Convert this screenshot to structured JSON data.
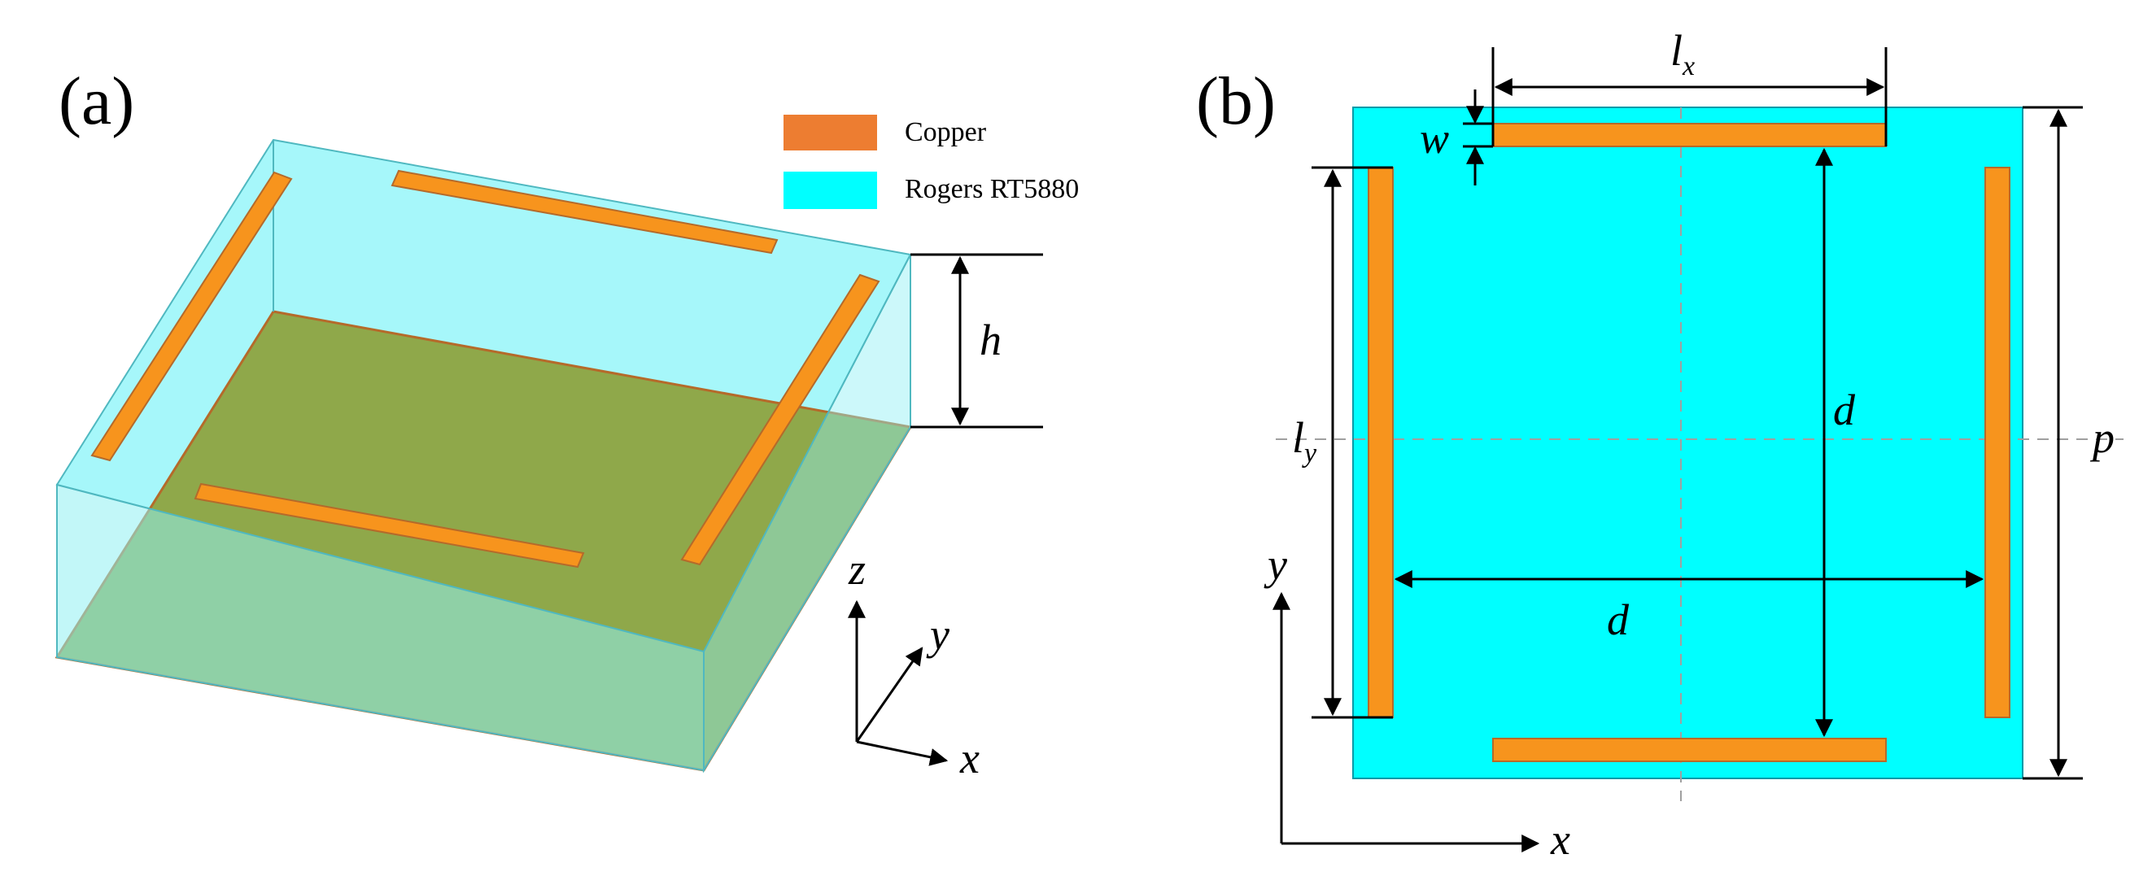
{
  "panel_a": {
    "label": "(a)",
    "legend": [
      {
        "label": "Copper",
        "color": "#ED7D31"
      },
      {
        "label": "Rogers RT5880",
        "color": "#00FFFF"
      }
    ],
    "dim_h": "h",
    "axes": {
      "z": "z",
      "y": "y",
      "x": "x"
    }
  },
  "panel_b": {
    "label": "(b)",
    "dims": {
      "lx_main": "l",
      "lx_sub": "x",
      "w": "w",
      "ly_main": "l",
      "ly_sub": "y",
      "d_vertical": "d",
      "d_horizontal": "d",
      "p": "p"
    },
    "axes": {
      "y": "y",
      "x": "x"
    }
  },
  "colors": {
    "copper": "#ED7D31",
    "copper_strip": "#F7941D",
    "substrate_3d_top": "#A6F7FA",
    "substrate_3d_side": "#8FF0F3",
    "substrate_edge": "#4FB8C0",
    "ground_plane": "#8FA84A",
    "substrate_2d": "#00FFFF"
  }
}
